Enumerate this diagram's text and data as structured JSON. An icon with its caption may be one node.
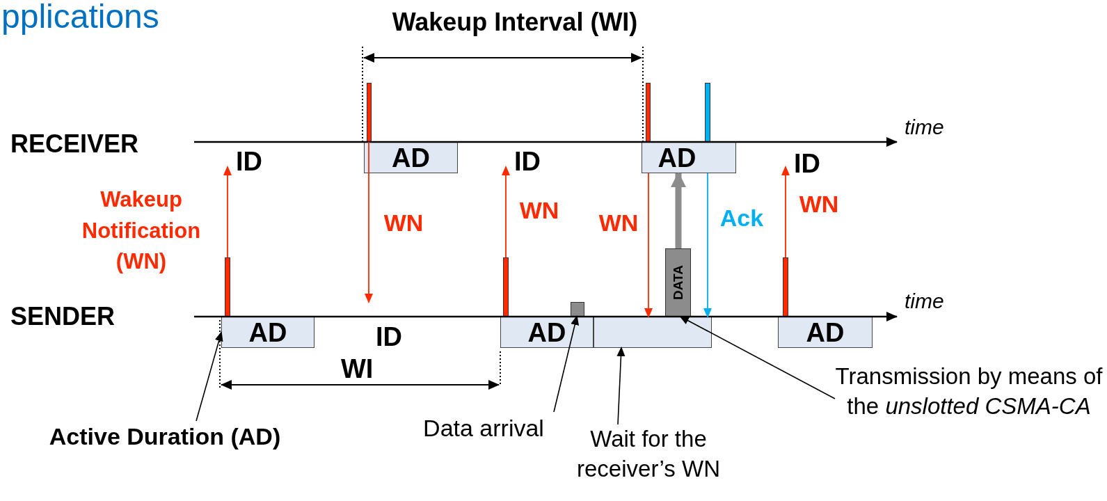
{
  "diagram": {
    "title": "Wakeup Interval (WI)",
    "nodes": [
      {
        "text": [],
        "shape": "bar"
      },
      {
        "text": [
          "AD"
        ]
      },
      {
        "text": [],
        "shape": "bar"
      },
      {
        "text": [],
        "shape": "bar"
      },
      {
        "text": [
          "AD"
        ]
      },
      {
        "text": [],
        "shape": "bar"
      },
      {
        "text": [
          "AD"
        ]
      },
      {
        "text": [],
        "shape": "bar"
      },
      {
        "text": [
          "AD"
        ]
      },
      {
        "text": [],
        "shape": "box"
      },
      {
        "text": [],
        "shape": "box"
      },
      {
        "text": [
          "DATA"
        ]
      },
      {
        "text": [],
        "shape": "bar"
      },
      {
        "text": [
          "AD"
        ]
      },
      {
        "text": [
          "Active Duration (AD)"
        ]
      },
      {
        "text": [
          "Data arrival"
        ]
      },
      {
        "text": [
          "Wait for the receiver’s WN"
        ]
      },
      {
        "text": [
          "Transmission by means of the *unslotted CSMA-CA*"
        ]
      },
      {
        "text": [
          "ID"
        ]
      },
      {
        "text": [
          "ID"
        ]
      },
      {
        "text": [
          "ID"
        ]
      }
    ],
    "edges": [
      {
        "from": 5,
        "to": 18,
        "arrow": "to",
        "label": "Wakeup Notification (WN)"
      },
      {
        "from": 0,
        "to": null,
        "arrow": "to",
        "label": "WN"
      },
      {
        "from": 7,
        "to": 19,
        "arrow": "to",
        "label": "WN"
      },
      {
        "from": 4,
        "to": 10,
        "arrow": "to",
        "label": "WN"
      },
      {
        "from": 4,
        "to": 10,
        "arrow": "to",
        "label": "Ack",
        "color": "#00b0f0"
      },
      {
        "from": 12,
        "to": 20,
        "arrow": "to",
        "label": "WN"
      },
      {
        "from": 11,
        "to": 4,
        "arrow": "to",
        "style": "thick",
        "color": "#8c8c8c"
      },
      {
        "from": 14,
        "to": 6,
        "arrow": "to",
        "color": "#000000"
      },
      {
        "from": 15,
        "to": 9,
        "arrow": "to",
        "color": "#000000"
      },
      {
        "from": 16,
        "to": 10,
        "arrow": "to",
        "color": "#000000"
      },
      {
        "from": 17,
        "to": 11,
        "arrow": "to",
        "color": "#000000"
      }
    ],
    "labels": [
      "pplications",
      "RECEIVER",
      "time",
      "SENDER",
      "time",
      "ID",
      "WI"
    ]
  }
}
